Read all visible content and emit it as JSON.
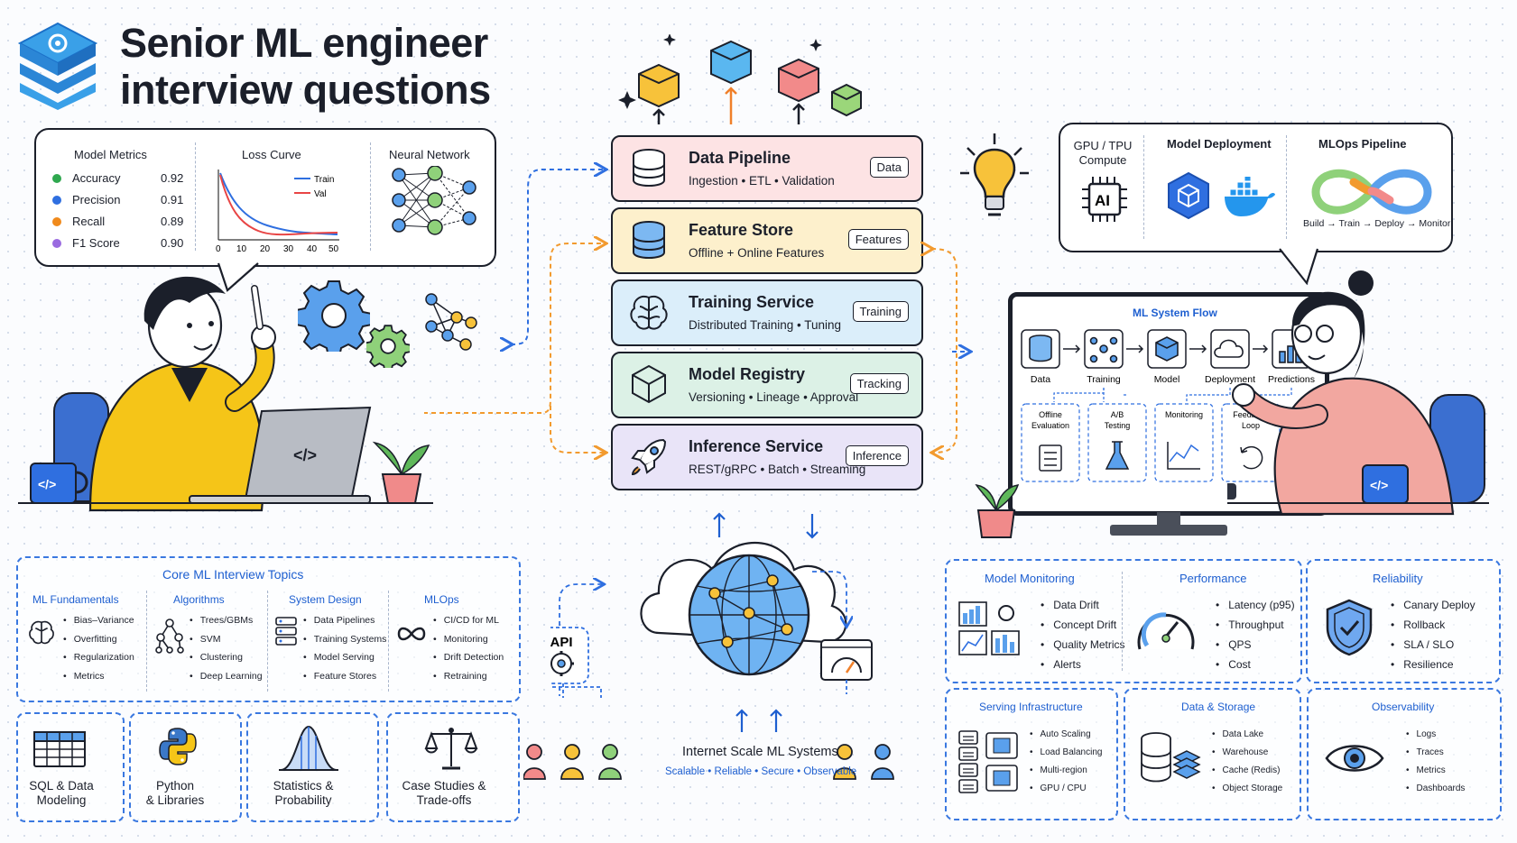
{
  "title_line1": "Senior ML engineer",
  "title_line2": "interview questions",
  "left_bubble": {
    "metrics_title": "Model Metrics",
    "metrics": [
      {
        "name": "Accuracy",
        "value": "0.92",
        "color": "#2fa84f"
      },
      {
        "name": "Precision",
        "value": "0.91",
        "color": "#2f6fe0"
      },
      {
        "name": "Recall",
        "value": "0.89",
        "color": "#f08a1c"
      },
      {
        "name": "F1 Score",
        "value": "0.90",
        "color": "#9a6be0"
      }
    ],
    "loss_title": "Loss Curve",
    "loss_legend": [
      "Train",
      "Val"
    ],
    "loss_ticks": [
      "0",
      "10",
      "20",
      "30",
      "40",
      "50"
    ],
    "nn_title": "Neural Network"
  },
  "stack": [
    {
      "name": "Data Pipeline",
      "sub": "Ingestion • ETL • Validation",
      "tag": "Data",
      "color": "#fde3e4",
      "icon": "database-icon"
    },
    {
      "name": "Feature Store",
      "sub": "Offline + Online Features",
      "tag": "Features",
      "color": "#fdf0cc",
      "icon": "database-icon"
    },
    {
      "name": "Training Service",
      "sub": "Distributed Training • Tuning",
      "tag": "Training",
      "color": "#dbeefa",
      "icon": "brain-icon"
    },
    {
      "name": "Model Registry",
      "sub": "Versioning • Lineage • Approval",
      "tag": "Tracking",
      "color": "#dcf1e6",
      "icon": "cube-icon"
    },
    {
      "name": "Inference Service",
      "sub": "REST/gRPC • Batch • Streaming",
      "tag": "Inference",
      "color": "#e9e4f8",
      "icon": "rocket-icon"
    }
  ],
  "right_bubble": {
    "gpu": "GPU / TPU\nCompute",
    "gpu_chip": "AI",
    "deploy": "Model Deployment",
    "mlops": "MLOps Pipeline",
    "mlops_flow": "Build → Train → Deploy → Monitor"
  },
  "monitor": {
    "title": "ML System Flow",
    "steps": [
      "Data",
      "Training",
      "Model",
      "Deployment",
      "Predictions"
    ],
    "sub_boxes": [
      "Offline\nEvaluation",
      "A/B\nTesting",
      "Monitoring",
      "Feedback\nLoop"
    ]
  },
  "core": {
    "title": "Core ML Interview Topics",
    "columns": [
      {
        "title": "ML Fundamentals",
        "items": [
          "Bias–Variance",
          "Overfitting",
          "Regularization",
          "Metrics"
        ]
      },
      {
        "title": "Algorithms",
        "items": [
          "Trees/GBMs",
          "SVM",
          "Clustering",
          "Deep Learning"
        ]
      },
      {
        "title": "System Design",
        "items": [
          "Data Pipelines",
          "Training Systems",
          "Model Serving",
          "Feature Stores"
        ]
      },
      {
        "title": "MLOps",
        "items": [
          "CI/CD for ML",
          "Monitoring",
          "Drift Detection",
          "Retraining"
        ]
      }
    ]
  },
  "cards": [
    {
      "label": "SQL & Data\nModeling",
      "icon": "table-icon"
    },
    {
      "label": "Python\n& Libraries",
      "icon": "python-icon"
    },
    {
      "label": "Statistics &\nProbability",
      "icon": "bell-curve-icon"
    },
    {
      "label": "Case Studies &\nTrade-offs",
      "icon": "scales-icon"
    }
  ],
  "internet": {
    "api": "API",
    "title": "Internet Scale ML Systems",
    "tags": "Scalable • Reliable • Secure • Observable"
  },
  "right_panels": [
    {
      "title": "Model Monitoring",
      "items": [
        "Data Drift",
        "Concept Drift",
        "Quality Metrics",
        "Alerts"
      ]
    },
    {
      "title": "Performance",
      "items": [
        "Latency (p95)",
        "Throughput",
        "QPS",
        "Cost"
      ]
    },
    {
      "title": "Reliability",
      "items": [
        "Canary Deploy",
        "Rollback",
        "SLA / SLO",
        "Resilience"
      ]
    },
    {
      "title": "Serving Infrastructure",
      "items": [
        "Auto Scaling",
        "Load Balancing",
        "Multi-region",
        "GPU / CPU"
      ]
    },
    {
      "title": "Data & Storage",
      "items": [
        "Data Lake",
        "Warehouse",
        "Cache (Redis)",
        "Object Storage"
      ]
    },
    {
      "title": "Observability",
      "items": [
        "Logs",
        "Traces",
        "Metrics",
        "Dashboards"
      ]
    }
  ],
  "colors": {
    "accent_blue": "#1e5fd0",
    "arrow_orange": "#f29a2e",
    "hoodie_yellow": "#f5c518"
  }
}
